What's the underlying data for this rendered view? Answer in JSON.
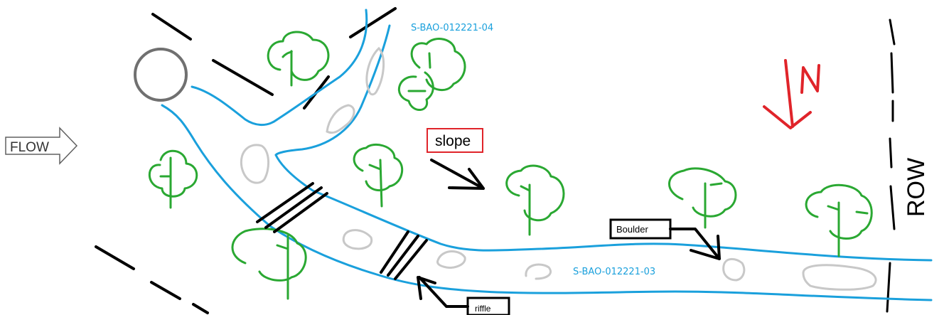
{
  "labels": {
    "flow": "FLOW",
    "stream_upper": "S-BAO-012221-04",
    "stream_lower": "S-BAO-012221-03",
    "slope": "slope",
    "boulder": "Boulder",
    "riffle": "riffle",
    "row": "ROW",
    "north": "N"
  },
  "colors": {
    "stream": "#1aa0dc",
    "tree": "#2aa832",
    "rock": "#c8c8c8",
    "circle": "#707070",
    "north": "#e0242a",
    "slope_box": "#e0242a",
    "ink": "#000000",
    "flow_arrow": "#606060"
  }
}
